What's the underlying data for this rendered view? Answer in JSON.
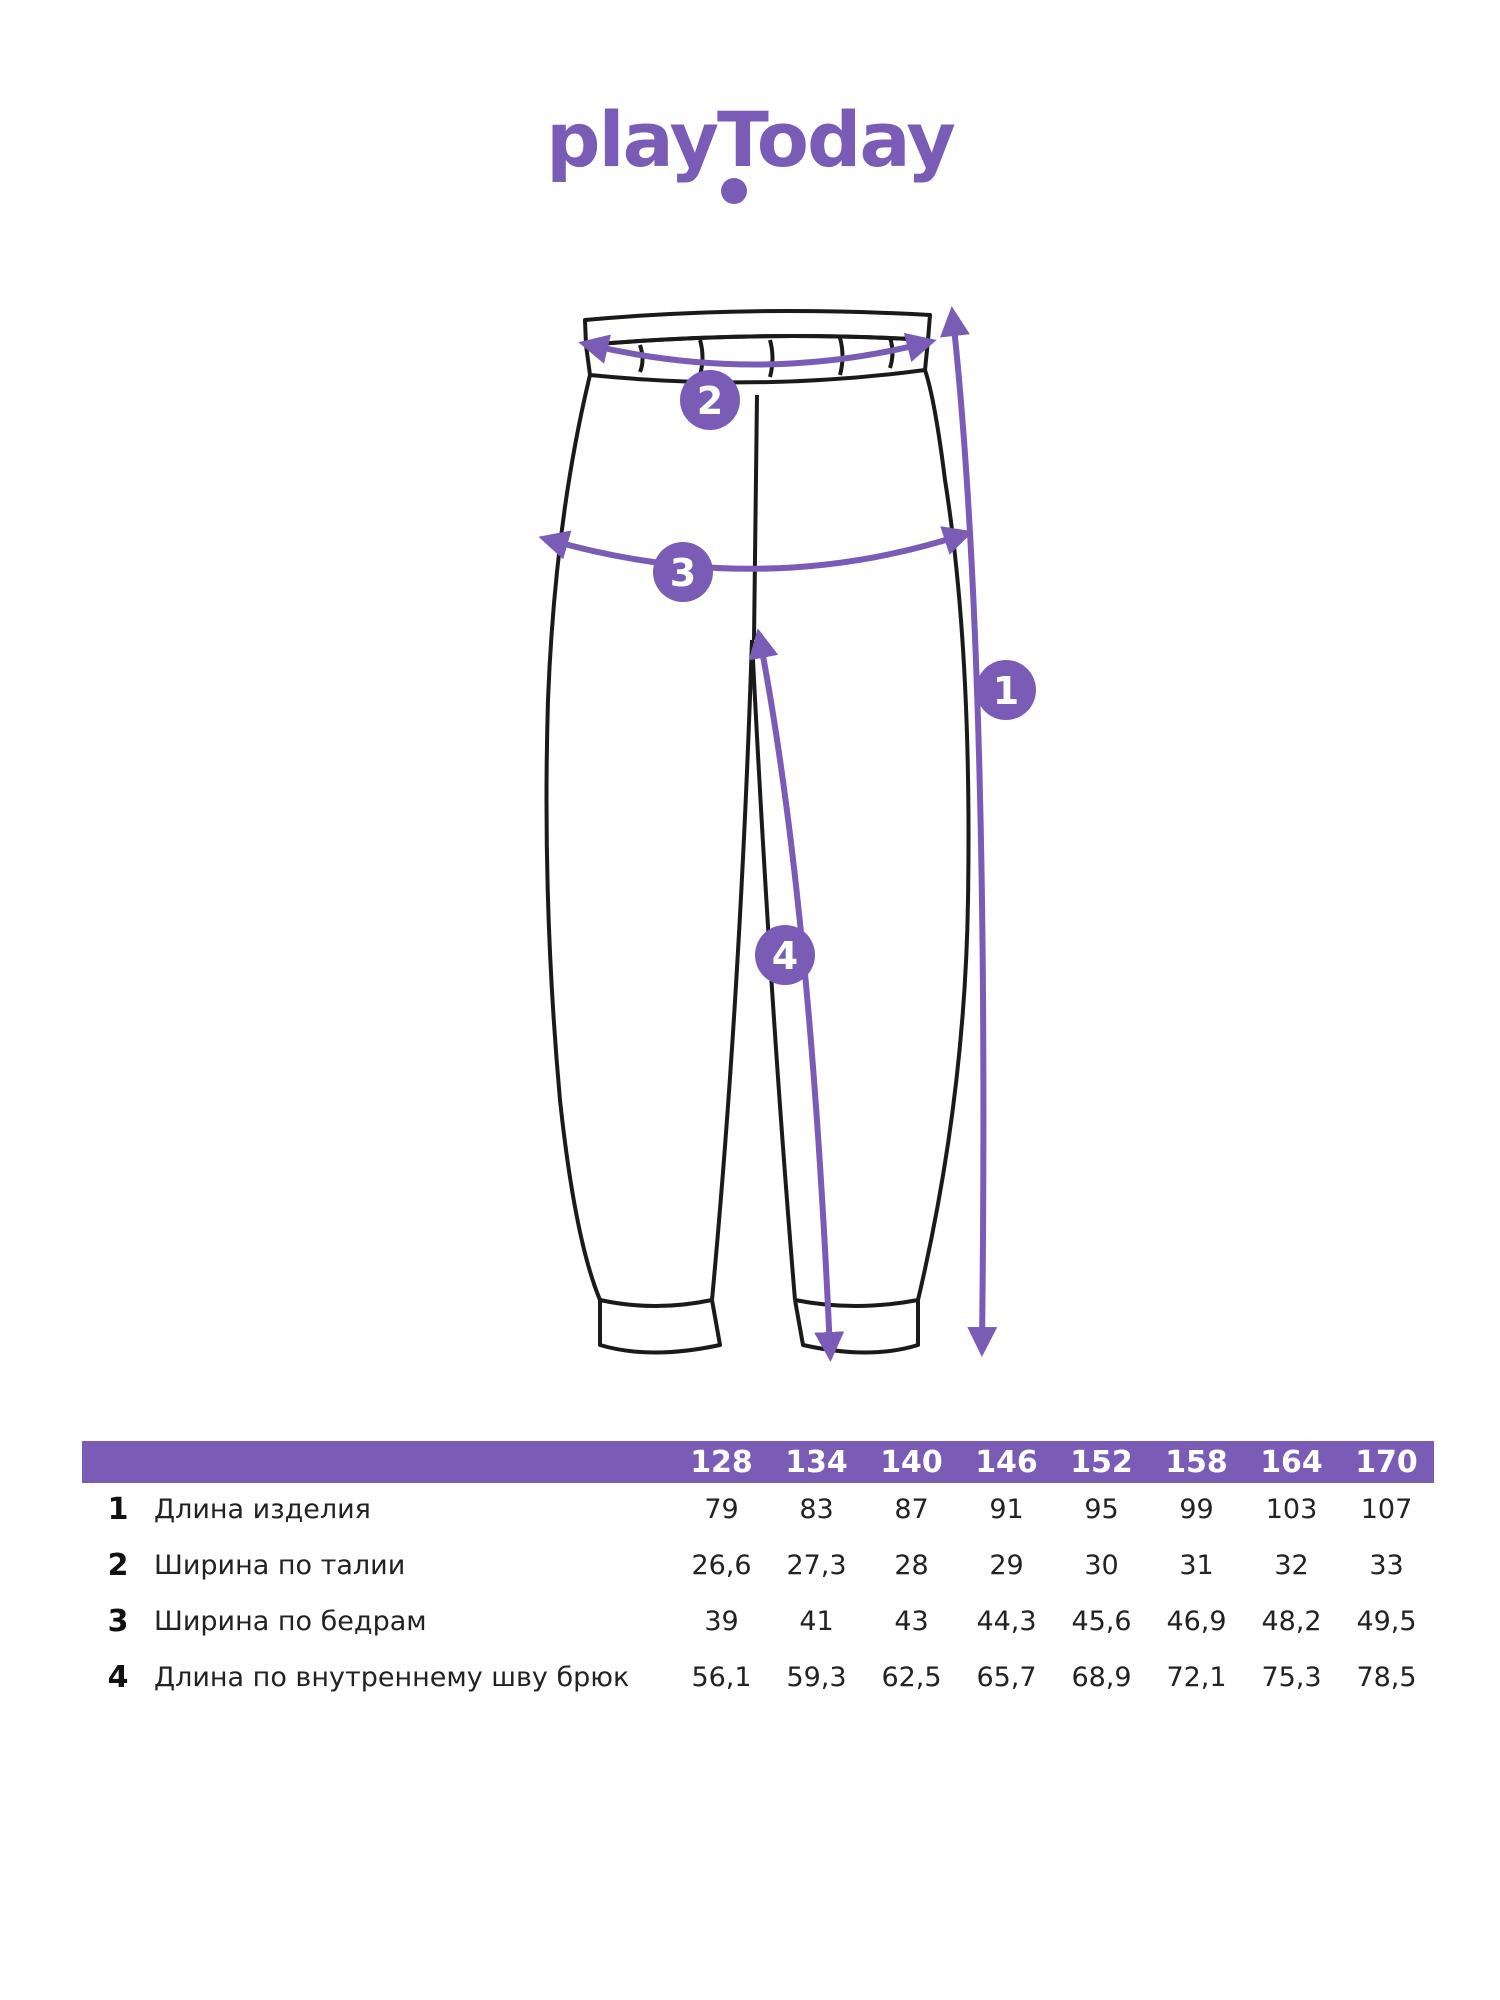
{
  "brand": {
    "logo_text": "playToday",
    "accent_color": "#7a5bb5"
  },
  "diagram": {
    "badges": [
      "1",
      "2",
      "3",
      "4"
    ]
  },
  "table": {
    "sizes": [
      "128",
      "134",
      "140",
      "146",
      "152",
      "158",
      "164",
      "170"
    ],
    "rows": [
      {
        "num": "1",
        "label": "Длина изделия",
        "values": [
          "79",
          "83",
          "87",
          "91",
          "95",
          "99",
          "103",
          "107"
        ]
      },
      {
        "num": "2",
        "label": "Ширина по талии",
        "values": [
          "26,6",
          "27,3",
          "28",
          "29",
          "30",
          "31",
          "32",
          "33"
        ]
      },
      {
        "num": "3",
        "label": "Ширина по бедрам",
        "values": [
          "39",
          "41",
          "43",
          "44,3",
          "45,6",
          "46,9",
          "48,2",
          "49,5"
        ]
      },
      {
        "num": "4",
        "label": "Длина по внутреннему шву брюк",
        "values": [
          "56,1",
          "59,3",
          "62,5",
          "65,7",
          "68,9",
          "72,1",
          "75,3",
          "78,5"
        ]
      }
    ]
  }
}
